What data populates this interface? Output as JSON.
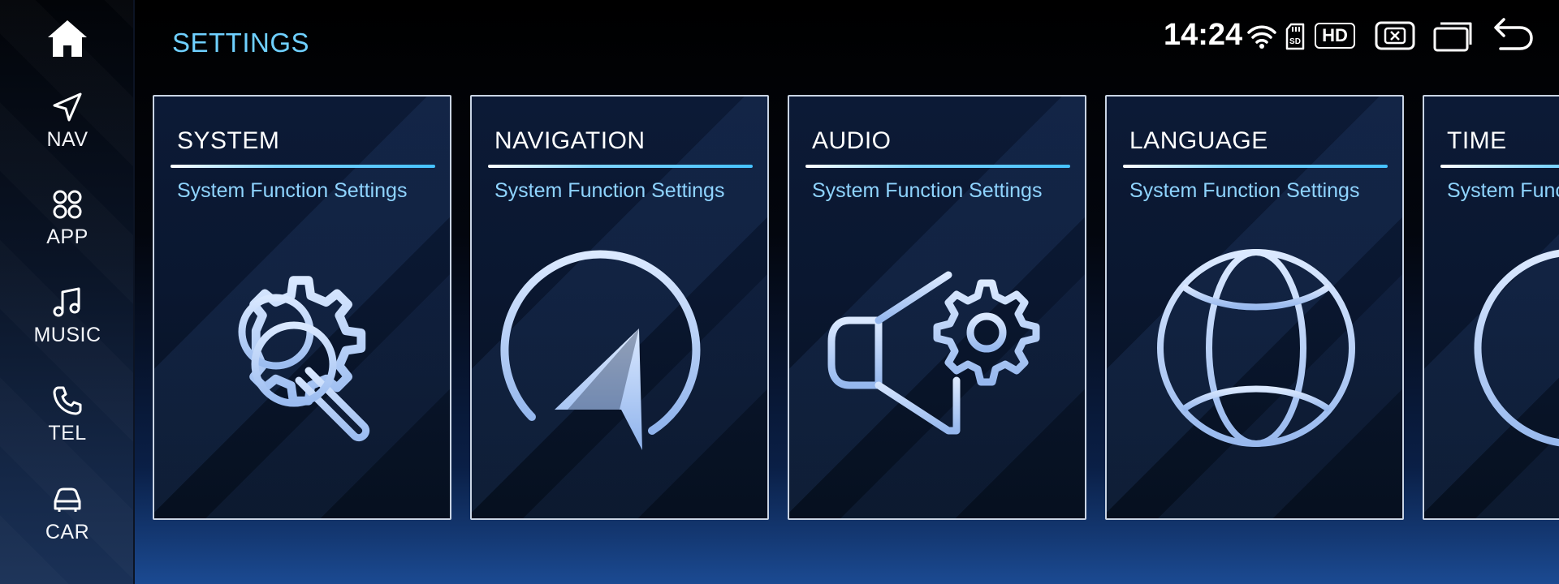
{
  "sidebar": {
    "items": [
      {
        "label": "",
        "icon": "home-icon"
      },
      {
        "label": "NAV",
        "icon": "navigation-arrow-icon"
      },
      {
        "label": "APP",
        "icon": "app-grid-icon"
      },
      {
        "label": "MUSIC",
        "icon": "music-note-icon"
      },
      {
        "label": "TEL",
        "icon": "phone-icon"
      },
      {
        "label": "CAR",
        "icon": "car-icon"
      }
    ]
  },
  "header": {
    "title": "SETTINGS",
    "time": "14:24",
    "hd_badge": "HD"
  },
  "cards": [
    {
      "title": "SYSTEM",
      "subtitle": "System Function Settings",
      "icon": "gear-wrench-icon"
    },
    {
      "title": "NAVIGATION",
      "subtitle": "System Function Settings",
      "icon": "compass-icon"
    },
    {
      "title": "AUDIO",
      "subtitle": "System Function Settings",
      "icon": "speaker-gear-icon"
    },
    {
      "title": "LANGUAGE",
      "subtitle": "System Function Settings",
      "icon": "globe-icon"
    },
    {
      "title": "TIME",
      "subtitle": "System Function Settings",
      "icon": "clock-icon"
    }
  ],
  "colors": {
    "accent": "#6fd0ff",
    "icon_tint": "#bcd6fb"
  }
}
